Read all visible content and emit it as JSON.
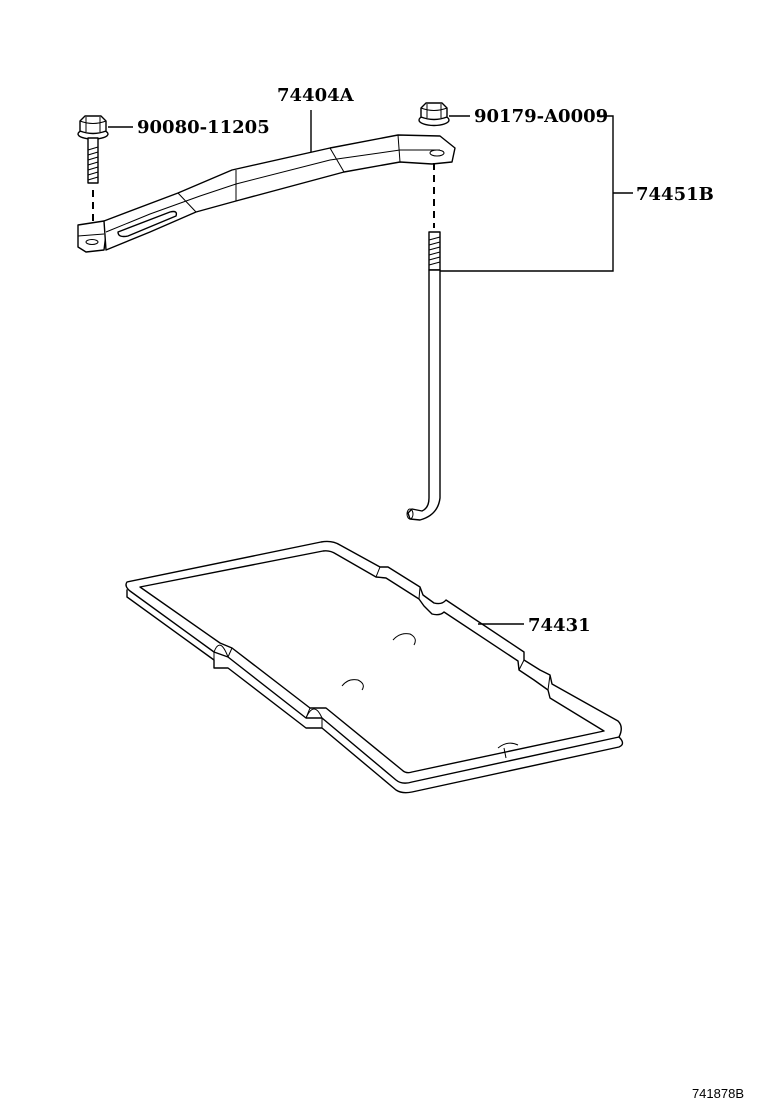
{
  "parts": {
    "bolt": "90080-11205",
    "clamp": "74404A",
    "nut": "90179-A0009",
    "rod_set": "74451B",
    "tray": "74431"
  },
  "figure_id": "741878B"
}
